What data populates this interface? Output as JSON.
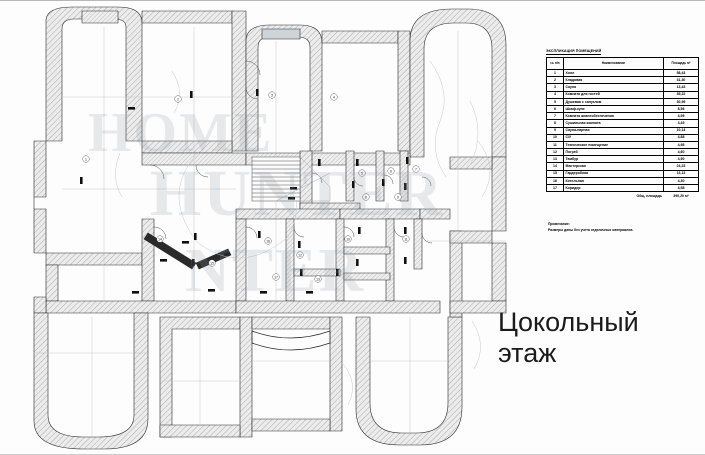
{
  "document": {
    "plan_title_line1": "Цокольный",
    "plan_title_line2": "этаж",
    "watermark_line1": "HOME",
    "watermark_line2": "HUNTER",
    "watermark_line3": "NTER"
  },
  "schedule": {
    "title": "ЭКСПЛИКАЦИЯ ПОМЕЩЕНИЙ",
    "columns": [
      "№ п/п",
      "Наименование",
      "Площадь м²"
    ],
    "rows": [
      {
        "num": "1",
        "name": "Холл",
        "area": "58,43"
      },
      {
        "num": "2",
        "name": "Кладовая",
        "area": "31,30"
      },
      {
        "num": "3",
        "name": "Сауна",
        "area": "13,43"
      },
      {
        "num": "4",
        "name": "Комната для гостей",
        "area": "39,22"
      },
      {
        "num": "5",
        "name": "Душевая с санузлом",
        "area": "30,99"
      },
      {
        "num": "6",
        "name": "Шкаф-купе",
        "area": "8,56"
      },
      {
        "num": "7",
        "name": "Комната жизнеобеспечения",
        "area": "4,99"
      },
      {
        "num": "8",
        "name": "Сушильная комната",
        "area": "3,49"
      },
      {
        "num": "9",
        "name": "Сауна-парная",
        "area": "10,14"
      },
      {
        "num": "10",
        "name": "С/У",
        "area": "4,88"
      },
      {
        "num": "11",
        "name": "Техническое помещение",
        "area": "4,98"
      },
      {
        "num": "12",
        "name": "Погреб",
        "area": "4,60"
      },
      {
        "num": "13",
        "name": "Тамбур",
        "area": "4,90"
      },
      {
        "num": "14",
        "name": "Мастерская",
        "area": "24,23"
      },
      {
        "num": "15",
        "name": "Гардеробная",
        "area": "13,13"
      },
      {
        "num": "16",
        "name": "Котельная",
        "area": "4,30"
      },
      {
        "num": "17",
        "name": "Коридор",
        "area": "4,58"
      }
    ],
    "total_label": "Общ. площадь",
    "total_value": "390,20 м²"
  },
  "notes": {
    "heading": "Примечание:",
    "text": "Размеры даны без учета отделочных материалов."
  },
  "colors": {
    "wall_fill": "#e8e8e8",
    "line": "#2a2a2a",
    "thin_line": "#9a9a9a",
    "paper": "#fdfdfd",
    "title_text": "#1b1b1b",
    "watermark": "rgba(140,150,160,0.20)"
  }
}
